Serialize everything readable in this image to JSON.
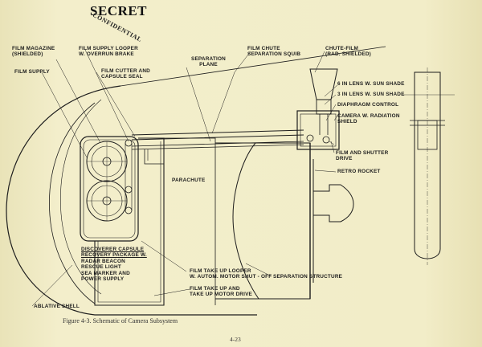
{
  "stamp": {
    "line1": "SECRET",
    "line2": "CONFIDENTIAL"
  },
  "labels": {
    "film_magazine": [
      "FILM MAGAZINE",
      "(SHIELDED)"
    ],
    "film_supply_looper": [
      "FILM SUPPLY LOOPER",
      "W. OVERRUN BRAKE"
    ],
    "film_supply": "FILM SUPPLY",
    "film_cutter": [
      "FILM CUTTER AND",
      "CAPSULE SEAL"
    ],
    "separation_plane": [
      "SEPARATION",
      "PLANE"
    ],
    "film_chute": [
      "FILM CHUTE",
      "SEPARATION SQUIB"
    ],
    "chute_film": [
      "CHUTE-FILM",
      "(RAD. SHIELDED)"
    ],
    "lens6": "6 IN LENS W. SUN SHADE",
    "lens3": "3 IN LENS W. SUN SHADE",
    "diaphragm": "DIAPHRAGM CONTROL",
    "camera_shield": [
      "CAMERA W. RADIATION",
      "SHIELD"
    ],
    "film_shutter": [
      "FILM AND SHUTTER",
      "DRIVE"
    ],
    "retro_rocket": "RETRO ROCKET",
    "parachute": "PARACHUTE",
    "discoverer": [
      "DISCOVERER CAPSULE",
      "RECOVERY PACKAGE W.",
      "RADAR BEACON",
      "RESCUE LIGHT",
      "SEA MARKER AND",
      "POWER SUPPLY"
    ],
    "takeup_looper": [
      "FILM TAKE UP LOOPER",
      "W. AUTOM. MOTOR SHUT - OFF"
    ],
    "takeup_drive": [
      "FILM TAKE UP AND",
      "TAKE UP MOTOR DRIVE"
    ],
    "separation_structure": "SEPARATION STRUCTURE",
    "ablative_shell": "ABLATIVE SHELL"
  },
  "caption": "Figure 4-3.   Schematic of Camera Subsystem",
  "page_number": "4-23",
  "colors": {
    "ink": "#1d1d1d",
    "paper": "#f1ecc4"
  }
}
